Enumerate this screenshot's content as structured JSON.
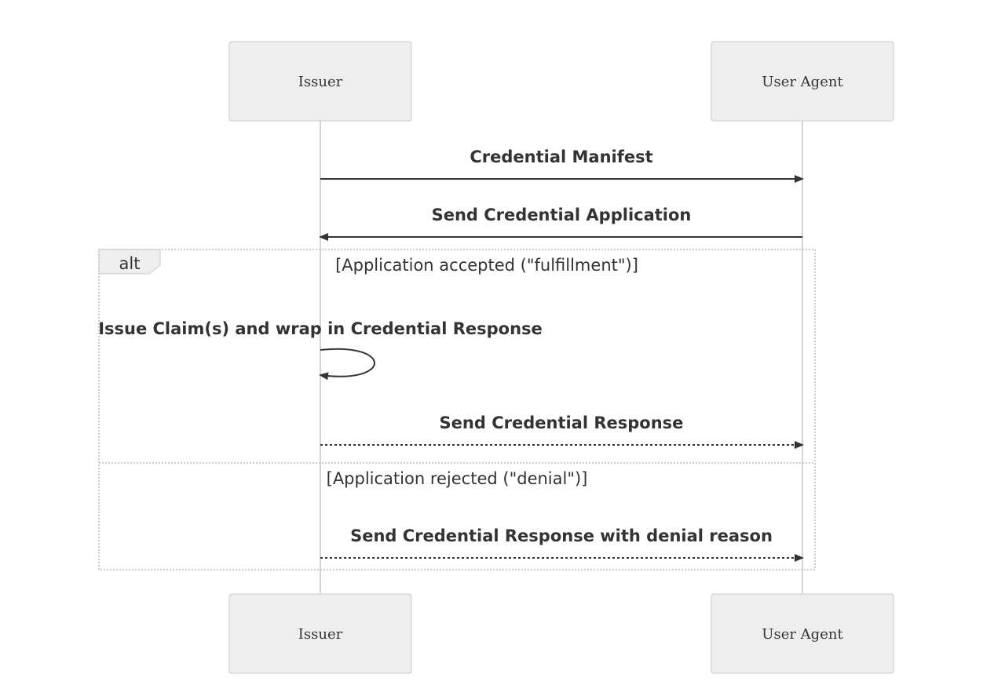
{
  "actors": {
    "issuer": "Issuer",
    "user_agent": "User Agent"
  },
  "messages": {
    "m1": "Credential Manifest",
    "m2": "Send Credential Application",
    "m3": "Issue Claim(s) and wrap in Credential Response",
    "m4": "Send Credential Response",
    "m5": "Send Credential Response with denial reason"
  },
  "alt_frame": {
    "label": "alt",
    "condition_1": "[Application accepted (\"fulfillment\")]",
    "condition_2": "[Application rejected (\"denial\")]"
  },
  "colors": {
    "actor_fill": "#eeeeee",
    "actor_border": "#cccccc",
    "line": "#333333",
    "lifeline": "#aaaaaa"
  }
}
